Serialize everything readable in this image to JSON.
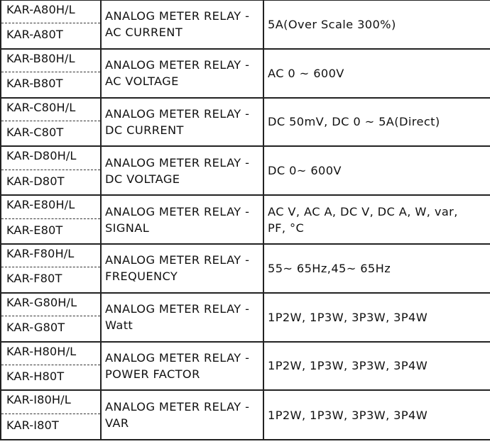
{
  "rows": [
    {
      "model_a": "KAR-A80H/L",
      "model_b": "KAR-A80T",
      "desc_1": "ANALOG METER RELAY -",
      "desc_2": "AC CURRENT",
      "spec_1": "5A(Over Scale 300%)",
      "spec_2": ""
    },
    {
      "model_a": "KAR-B80H/L",
      "model_b": "KAR-B80T",
      "desc_1": "ANALOG METER RELAY -",
      "desc_2": "AC VOLTAGE",
      "spec_1": "AC 0 ~ 600V",
      "spec_2": ""
    },
    {
      "model_a": "KAR-C80H/L",
      "model_b": "KAR-C80T",
      "desc_1": "ANALOG METER RELAY -",
      "desc_2": "DC CURRENT",
      "spec_1": "DC 50mV, DC 0 ~ 5A(Direct)",
      "spec_2": ""
    },
    {
      "model_a": "KAR-D80H/L",
      "model_b": "KAR-D80T",
      "desc_1": "ANALOG METER RELAY -",
      "desc_2": "DC VOLTAGE",
      "spec_1": "DC 0~ 600V",
      "spec_2": ""
    },
    {
      "model_a": "KAR-E80H/L",
      "model_b": "KAR-E80T",
      "desc_1": "ANALOG METER RELAY -",
      "desc_2": "SIGNAL",
      "spec_1": "AC V, AC A, DC V, DC A, W, var,",
      "spec_2": "PF, °C"
    },
    {
      "model_a": "KAR-F80H/L",
      "model_b": "KAR-F80T",
      "desc_1": "ANALOG METER RELAY -",
      "desc_2": "FREQUENCY",
      "spec_1": "55~ 65Hz,45~ 65Hz",
      "spec_2": ""
    },
    {
      "model_a": "KAR-G80H/L",
      "model_b": "KAR-G80T",
      "desc_1": "ANALOG METER RELAY -",
      "desc_2": "Watt",
      "spec_1": "1P2W, 1P3W, 3P3W, 3P4W",
      "spec_2": ""
    },
    {
      "model_a": "KAR-H80H/L",
      "model_b": "KAR-H80T",
      "desc_1": "ANALOG METER RELAY -",
      "desc_2": "POWER FACTOR",
      "spec_1": "1P2W, 1P3W, 3P3W, 3P4W",
      "spec_2": ""
    },
    {
      "model_a": "KAR-I80H/L",
      "model_b": "KAR-I80T",
      "desc_1": "ANALOG METER RELAY -",
      "desc_2": "VAR",
      "spec_1": "1P2W, 1P3W, 3P3W, 3P4W",
      "spec_2": ""
    }
  ]
}
